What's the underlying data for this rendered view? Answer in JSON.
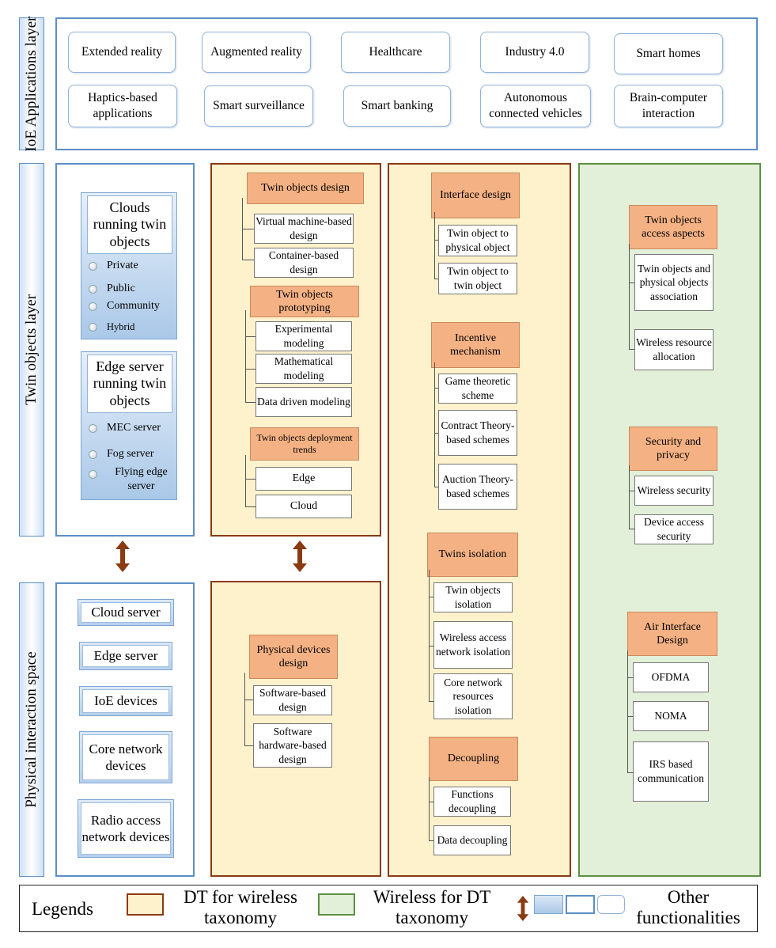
{
  "layers": {
    "applications": "IoE Applications layer",
    "twin_objects": "Twin objects layer",
    "physical": "Physical interaction space"
  },
  "applications": {
    "row1": [
      "Extended reality",
      "Augmented reality",
      "Healthcare",
      "Industry 4.0",
      "Smart homes"
    ],
    "row2": [
      "Haptics-based applications",
      "Smart surveillance",
      "Smart banking",
      "Autonomous connected vehicles",
      "Brain-computer interaction"
    ]
  },
  "twin_layer": {
    "clouds": {
      "title": "Clouds running twin objects",
      "items": [
        "Private",
        "Public",
        "Community",
        "Hybrid"
      ]
    },
    "edge": {
      "title": "Edge server running twin objects",
      "items": [
        "MEC server",
        "Fog server",
        "Flying edge server"
      ]
    }
  },
  "physical_devices": [
    "Cloud server",
    "Edge server",
    "IoE devices",
    "Core network devices",
    "Radio access network devices"
  ],
  "dt_col1": {
    "design": {
      "header": "Twin objects design",
      "items": [
        "Virtual machine-based design",
        "Container-based design"
      ]
    },
    "prototyping": {
      "header": "Twin objects prototyping",
      "items": [
        "Experimental modeling",
        "Mathematical modeling",
        "Data driven modeling"
      ]
    },
    "deployment": {
      "header": "Twin objects deployment trends",
      "items": [
        "Edge",
        "Cloud"
      ]
    },
    "physical": {
      "header": "Physical devices design",
      "items": [
        "Software-based design",
        "Software hardware-based design"
      ]
    }
  },
  "dt_col2": {
    "interface": {
      "header": "Interface design",
      "items": [
        "Twin object to physical object",
        "Twin object to twin object"
      ]
    },
    "incentive": {
      "header": "Incentive mechanism",
      "items": [
        "Game theoretic scheme",
        "Contract Theory-based schemes",
        "Auction Theory-based schemes"
      ]
    },
    "isolation": {
      "header": "Twins isolation",
      "items": [
        "Twin objects isolation",
        "Wireless access network isolation",
        "Core network resources isolation"
      ]
    },
    "decoupling": {
      "header": "Decoupling",
      "items": [
        "Functions decoupling",
        "Data decoupling"
      ]
    }
  },
  "wireless_col": {
    "access": {
      "header": "Twin objects access aspects",
      "items": [
        "Twin objects and physical objects association",
        "Wireless resource allocation"
      ]
    },
    "security": {
      "header": "Security and privacy",
      "items": [
        "Wireless security",
        "Device access security"
      ]
    },
    "air": {
      "header": "Air Interface Design",
      "items": [
        "OFDMA",
        "NOMA",
        "IRS based communication"
      ]
    }
  },
  "legend": {
    "title": "Legends",
    "dt_for_wireless": "DT for wireless taxonomy",
    "wireless_for_dt": "Wireless for DT taxonomy",
    "other": "Other functionalities"
  },
  "colors": {
    "blue_border": "#5b8fc4",
    "orange_border": "#8b3a12",
    "orange_fill": "#fdf2cc",
    "green_border": "#5d9141",
    "green_fill": "#e2efd9",
    "header_fill": "#f4b183",
    "arrow": "#8b3a12"
  }
}
